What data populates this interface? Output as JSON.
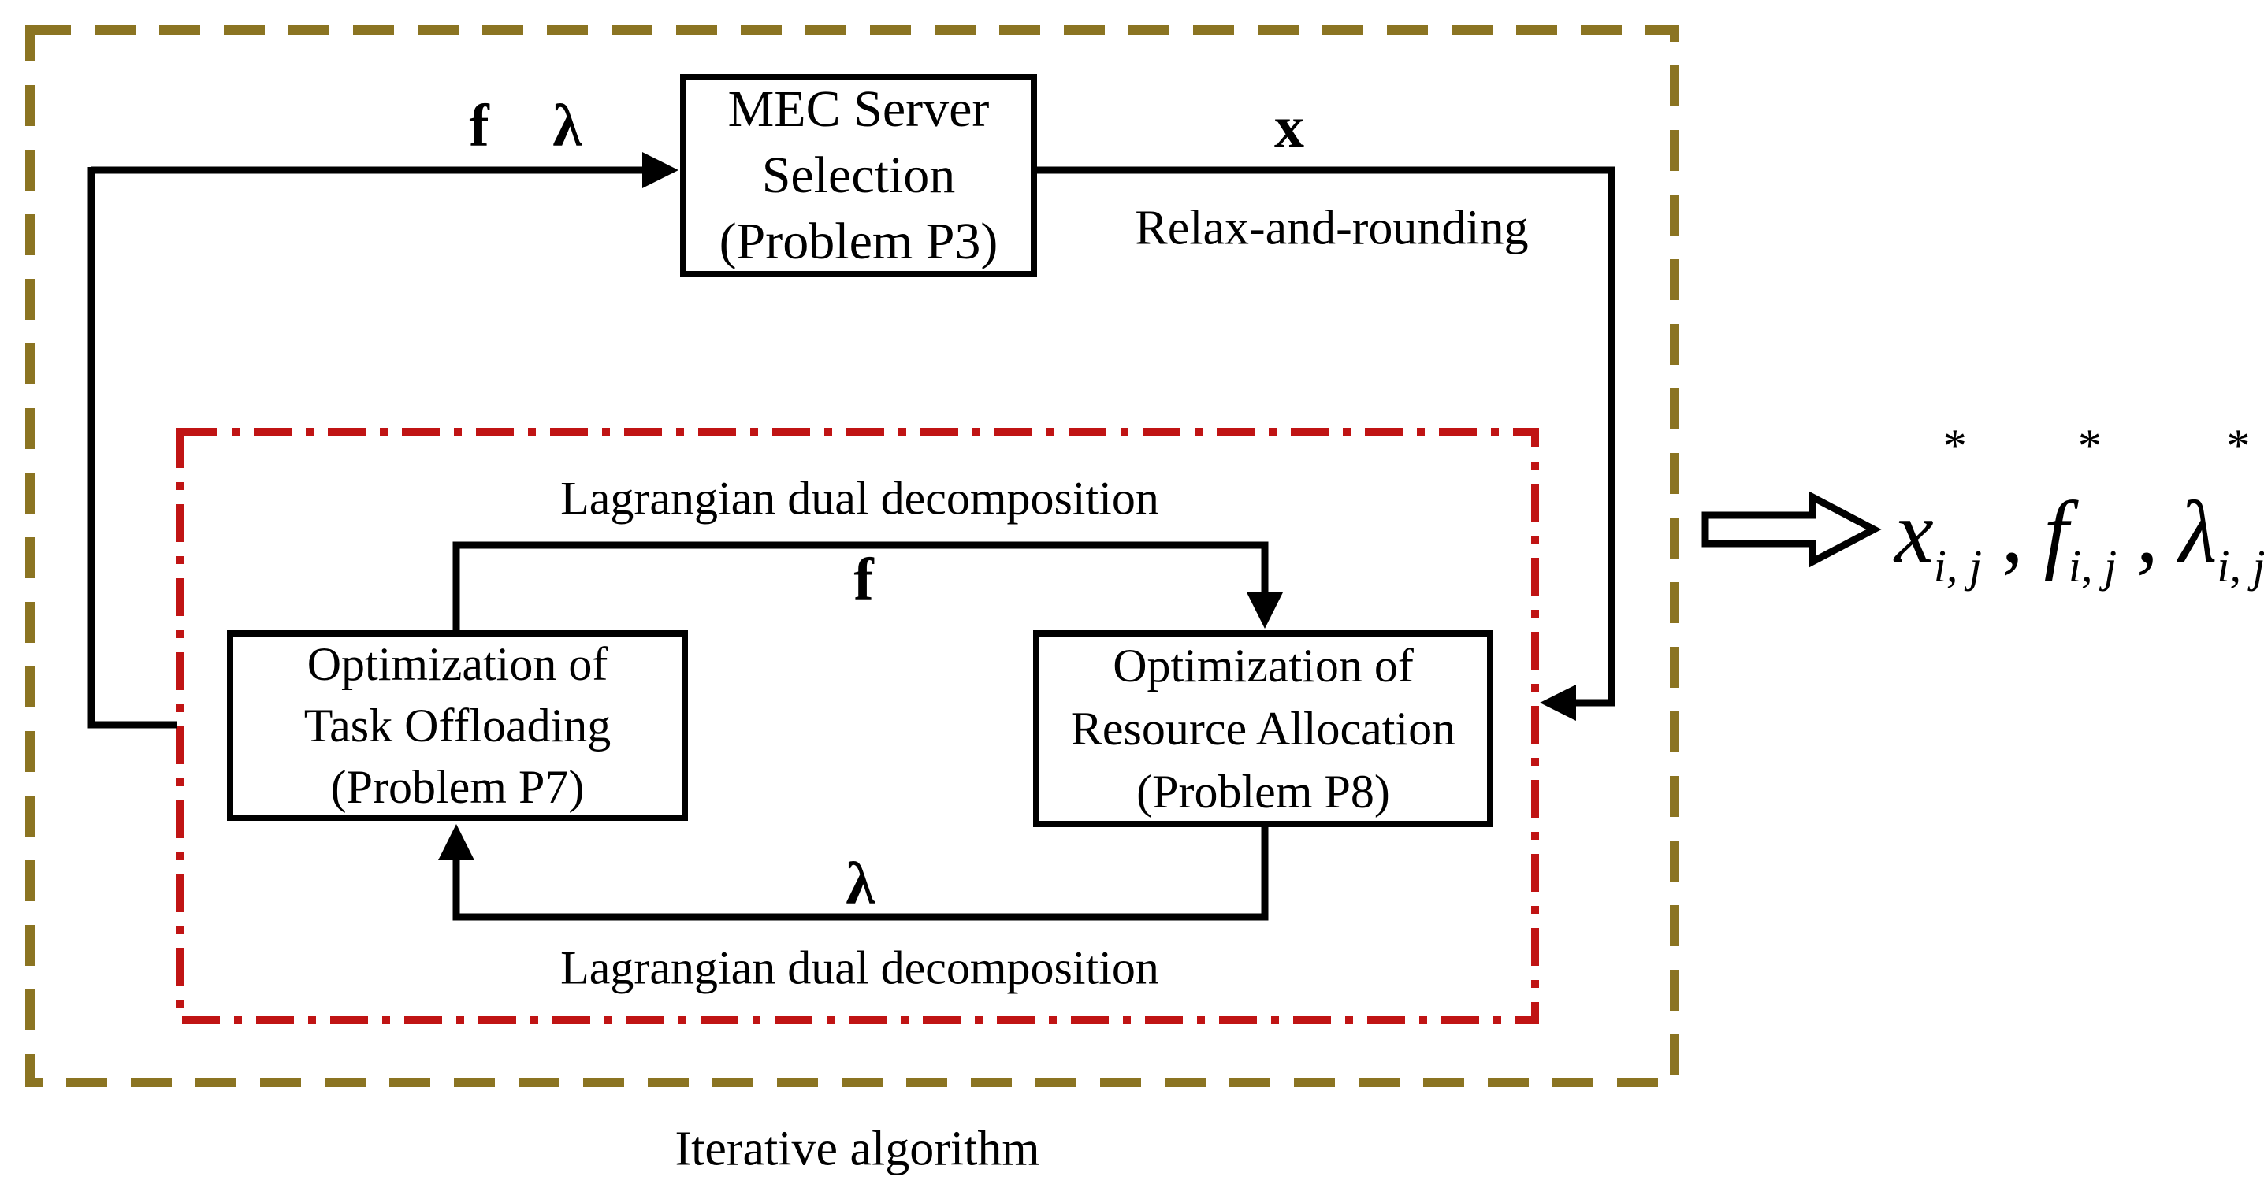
{
  "diagram": {
    "caption": "Iterative algorithm",
    "boxes": {
      "mec": {
        "lines": [
          "MEC Server",
          "Selection",
          "(Problem P3)"
        ]
      },
      "task": {
        "lines": [
          "Optimization of",
          "Task Offloading",
          "(Problem P7)"
        ]
      },
      "resource": {
        "lines": [
          "Optimization of",
          "Resource Allocation",
          "(Problem P8)"
        ]
      }
    },
    "labels": {
      "input_f": "f",
      "input_lambda": "λ",
      "x_out": "x",
      "relax": "Relax-and-rounding",
      "lagrangian_top": "Lagrangian dual decomposition",
      "lagrangian_bottom": "Lagrangian dual decomposition",
      "f_mid": "f",
      "lambda_mid": "λ"
    },
    "formula": {
      "terms": [
        {
          "base": "x"
        },
        {
          "base": "f"
        },
        {
          "base": "λ"
        }
      ],
      "sup": "*",
      "sub": "i, j",
      "separator": ","
    },
    "colors": {
      "outer_border": "#8B7422",
      "inner_border": "#C01414",
      "line": "#000000",
      "background": "#FFFFFF"
    }
  }
}
